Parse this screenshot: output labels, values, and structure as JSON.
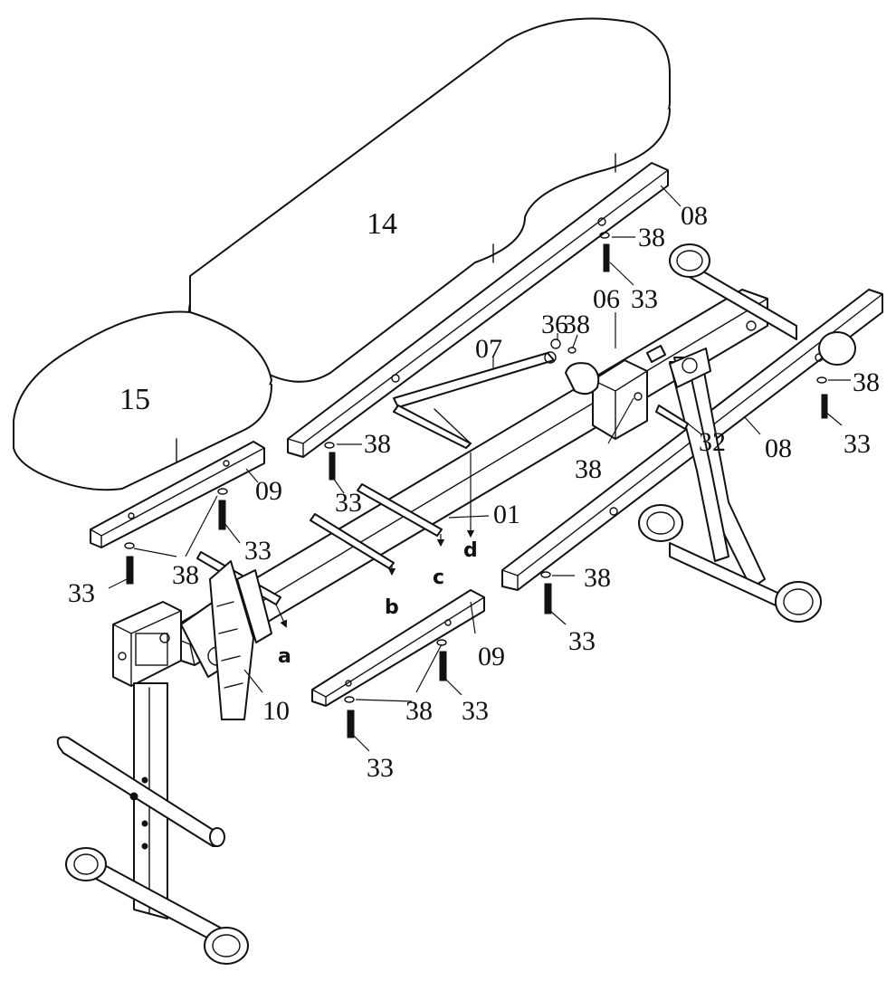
{
  "diagram": {
    "part_labels": {
      "p14": "14",
      "p15": "15",
      "p08_top": "08",
      "p08_right": "08",
      "p06": "06",
      "p07": "07",
      "p36": "36",
      "p38_a": "38",
      "p38_b": "38",
      "p38_c": "38",
      "p38_d": "38",
      "p38_e": "38",
      "p38_f": "38",
      "p38_g": "38",
      "p38_h": "38",
      "p33_a": "33",
      "p33_b": "33",
      "p33_c": "33",
      "p33_d": "33",
      "p33_e": "33",
      "p33_f": "33",
      "p33_g": "33",
      "p33_h": "33",
      "p32": "32",
      "p01": "01",
      "p09_upper": "09",
      "p09_lower": "09",
      "p10": "10"
    },
    "pointer_labels": {
      "a": "a",
      "b": "b",
      "c": "c",
      "d": "d"
    },
    "colors": {
      "line": "#111111",
      "background": "#ffffff"
    }
  }
}
